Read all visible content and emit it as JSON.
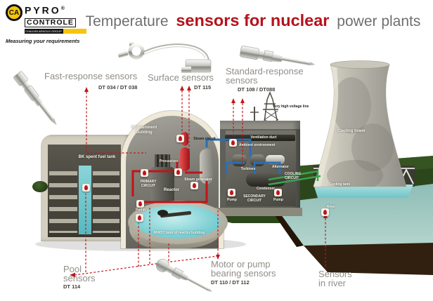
{
  "logo": {
    "monogram": "CA",
    "brand_top": "PYRO",
    "registered": "®",
    "brand_bottom": "CONTROLE",
    "group_bar": "CHAUVIN ARNOUX GROUP",
    "tagline": "Measuring your requirements"
  },
  "title": {
    "prefix": "Temperature",
    "highlight": "sensors for nuclear",
    "suffix": "power plants"
  },
  "callouts": [
    {
      "label": "Fast-response sensors",
      "model": "DT 034 / DT 038"
    },
    {
      "label": "Surface sensors",
      "model": "DT 115"
    },
    {
      "label": "Standard-response sensors",
      "model": "DT 108 / DT088"
    },
    {
      "label": "Pool sensors",
      "model": "DT 114"
    },
    {
      "label": "Motor or pump bearing sensors",
      "model": "DT 110 / DT 112"
    },
    {
      "label": "Sensors in river",
      "model": ""
    }
  ],
  "plant": {
    "containment_building": "Containment building",
    "spent_fuel_tank": "BK spent fuel tank",
    "primary_circuit": "PRIMARY CIRCUIT",
    "pressurizer": "Pressurizer",
    "reactor": "Reactor",
    "steam_generator": "Steam generator",
    "steam_circuit": "Steam circuit",
    "ventilation_duct": "Ventilation duct",
    "ambient_environment": "Ambient environment",
    "turbines": "Turbines",
    "alternator": "Alternator",
    "condenser": "Condenser",
    "secondary_circuit": "SECONDARY CIRCUIT",
    "pumps": [
      "Pump",
      "Pump",
      "Pump"
    ],
    "cooling_circuit": "COOLING CIRCUIT",
    "very_high_voltage_line": "Very high voltage line",
    "cooling_tower": "Cooling tower",
    "cooling_tank": "Cooling tank",
    "river": "River",
    "irwst_tank": "IRWST tank of reactor building"
  },
  "icons": {
    "logo_monogram": "ca-monogram-icon",
    "sensor_marker": "temperature-sensor-marker-icon"
  },
  "colors": {
    "accent_red": "#b5121b",
    "title_gray": "#6f6f6f",
    "label_gray": "#928e89",
    "logo_yellow": "#f6c50a",
    "water": "#7fd0d4",
    "grass": "#2c461b",
    "pipe_red": "#c01418",
    "pipe_blue": "#2a6fb5",
    "pipe_green": "#3aa44e"
  }
}
